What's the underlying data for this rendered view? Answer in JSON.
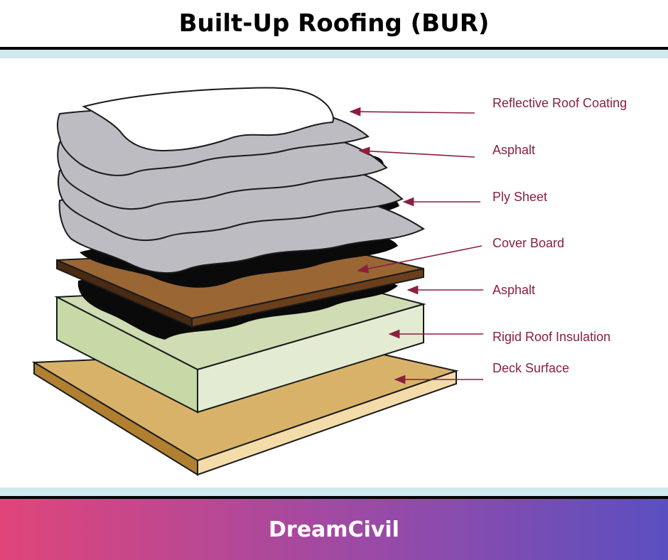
{
  "title": "Built-Up Roofing (BUR)",
  "footer": {
    "brand": "DreamCivil"
  },
  "colors": {
    "label": "#8a1f3e",
    "ply_sheet": "#bdbcc2",
    "asphalt": "#0a0a0a",
    "cover_board": "#8b5a2b",
    "insulation": "#d8e6c2",
    "deck": "#d9b26a",
    "banner_gradient": [
      "#e0457a",
      "#5a4fc0"
    ]
  },
  "layers": [
    {
      "id": "reflective-roof-coating",
      "label": "Reflective Roof Coating"
    },
    {
      "id": "asphalt-top",
      "label": "Asphalt"
    },
    {
      "id": "ply-sheet",
      "label": "Ply Sheet"
    },
    {
      "id": "cover-board",
      "label": "Cover Board"
    },
    {
      "id": "asphalt-bottom",
      "label": "Asphalt"
    },
    {
      "id": "rigid-roof-insulation",
      "label": "Rigid Roof Insulation"
    },
    {
      "id": "deck-surface",
      "label": "Deck Surface"
    }
  ]
}
